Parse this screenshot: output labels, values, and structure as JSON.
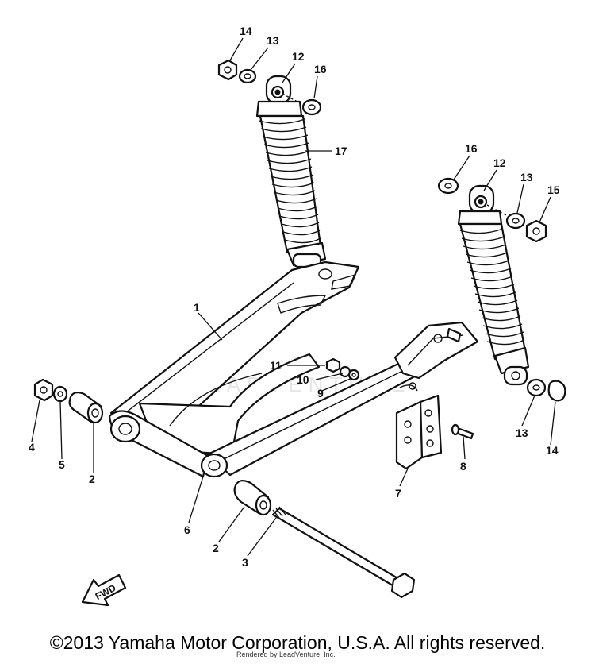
{
  "callouts": [
    {
      "id": "c14a",
      "text": "14"
    },
    {
      "id": "c13a",
      "text": "13"
    },
    {
      "id": "c12a",
      "text": "12"
    },
    {
      "id": "c16a",
      "text": "16"
    },
    {
      "id": "c17",
      "text": "17"
    },
    {
      "id": "c16b",
      "text": "16"
    },
    {
      "id": "c12b",
      "text": "12"
    },
    {
      "id": "c13b",
      "text": "13"
    },
    {
      "id": "c15",
      "text": "15"
    },
    {
      "id": "c1",
      "text": "1"
    },
    {
      "id": "c11",
      "text": "11"
    },
    {
      "id": "c10",
      "text": "10"
    },
    {
      "id": "c9",
      "text": "9"
    },
    {
      "id": "c4",
      "text": "4"
    },
    {
      "id": "c5",
      "text": "5"
    },
    {
      "id": "c2a",
      "text": "2"
    },
    {
      "id": "c13c",
      "text": "13"
    },
    {
      "id": "c14b",
      "text": "14"
    },
    {
      "id": "c8",
      "text": "8"
    },
    {
      "id": "c7",
      "text": "7"
    },
    {
      "id": "c6",
      "text": "6"
    },
    {
      "id": "c2b",
      "text": "2"
    },
    {
      "id": "c3",
      "text": "3"
    }
  ],
  "direction_label": "FWD",
  "watermark": "LEADVENTURE",
  "copyright": "©2013 Yamaha Motor Corporation, U.S.A. All rights reserved.",
  "rendered_by": "Rendered by LeadVenture, Inc."
}
